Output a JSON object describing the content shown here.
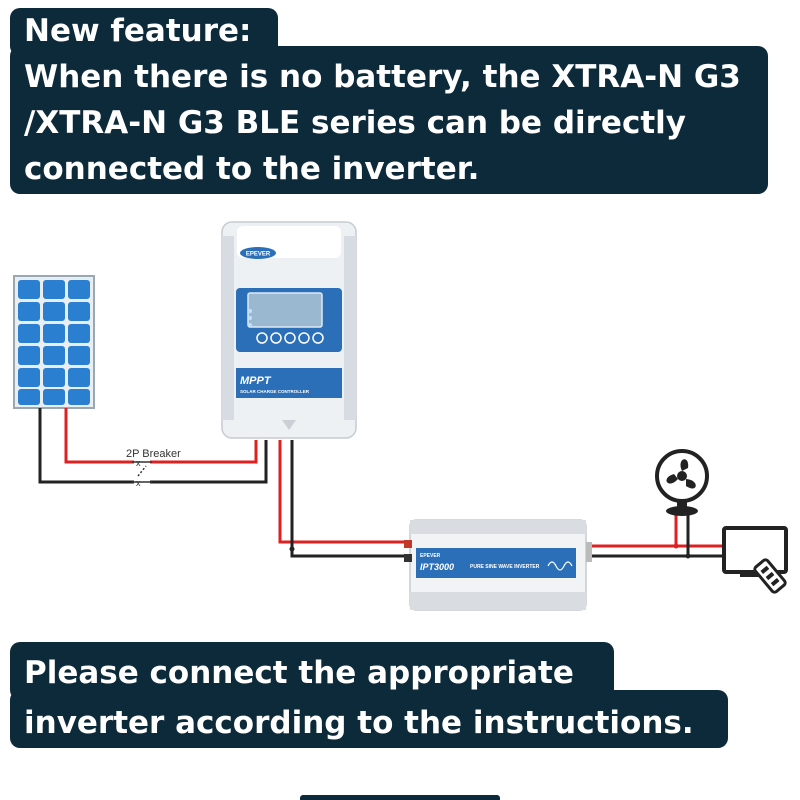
{
  "top_banner": {
    "lines": [
      "New feature:",
      "When there is no battery, the XTRA-N G3",
      "/XTRA-N G3 BLE series can be directly",
      "connected to the inverter."
    ]
  },
  "diagram": {
    "breaker_label": "2P Breaker",
    "controller": {
      "brand": "EPEVER",
      "title": "MPPT",
      "subtitle": "SOLAR CHARGE CONTROLLER"
    },
    "inverter": {
      "brand": "EPEVER",
      "model": "IPT3000",
      "subtitle": "PURE SINE WAVE INVERTER"
    },
    "colors": {
      "positive_wire": "#e02020",
      "negative_wire": "#222222",
      "solar_cell": "#2a7fd0",
      "banner": "#0c2a3a",
      "controller_accent": "#2a6fb8",
      "lcd_screen": "#9ab8cf"
    },
    "loads": [
      "fan-icon",
      "tv-icon"
    ]
  },
  "bottom_banner": {
    "lines": [
      "Please connect the appropriate",
      "inverter according to the instructions."
    ]
  }
}
